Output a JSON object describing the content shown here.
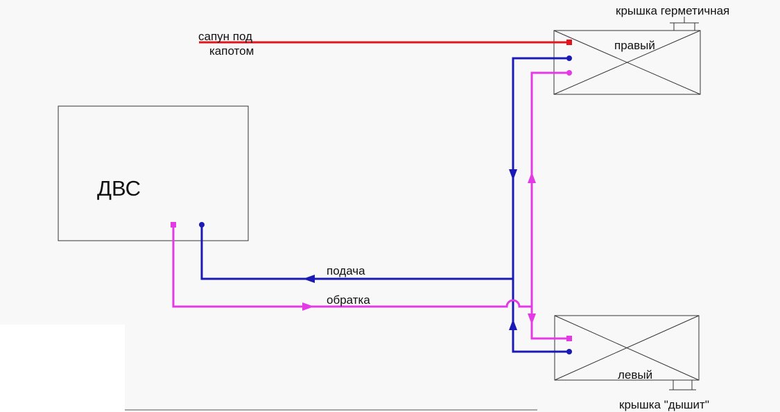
{
  "labels": {
    "engine": "ДВС",
    "right_tank": "правый",
    "left_tank": "левый",
    "breather_line1": "сапун   под",
    "breather_line2": "капотом",
    "supply": "подача",
    "return_line": "обратка",
    "sealed_cap": "крышка герметичная",
    "breathing_cap": "крышка \"дышит\""
  },
  "colors": {
    "breather": "#e2141c",
    "supply": "#1a1ab4",
    "return": "#e43ae6",
    "outline": "#333333",
    "text": "#111111",
    "background": "#f8f8f8"
  }
}
